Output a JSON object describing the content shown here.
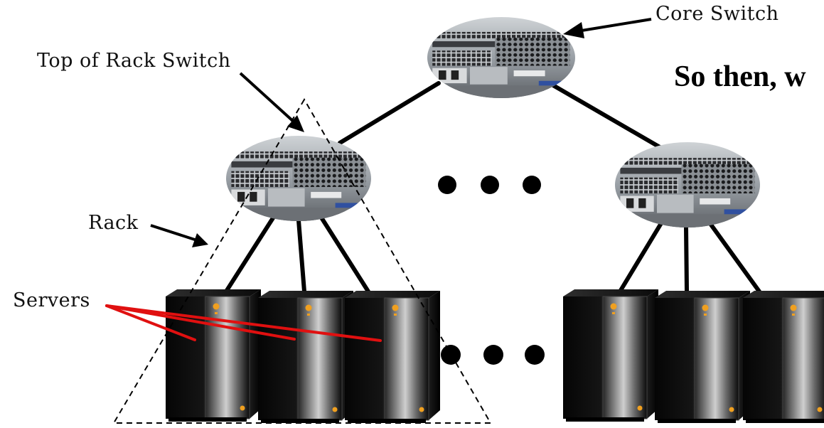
{
  "labels": {
    "core_switch": "Core Switch",
    "top_of_rack_switch": "Top of Rack Switch",
    "rack": "Rack",
    "servers": "Servers"
  },
  "heading": "So then, w",
  "colors": {
    "link": "#000000",
    "server_pointer": "#e01010",
    "rack_outline": "#000000",
    "server_led": "#f0a020"
  },
  "icons": {
    "switch": "network-switch-icon",
    "server": "server-tower-icon",
    "ellipsis": "ellipsis-dots"
  }
}
